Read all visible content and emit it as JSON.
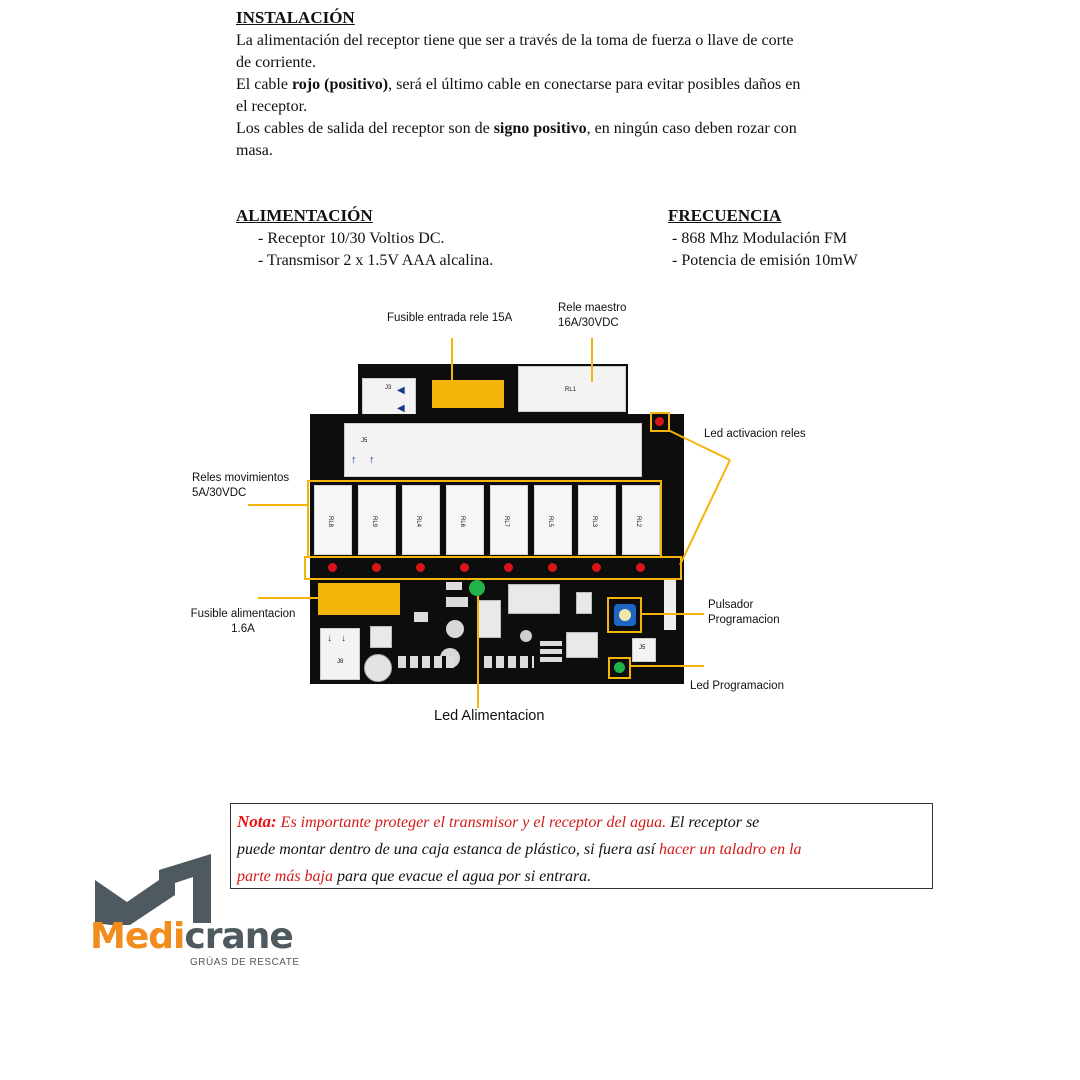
{
  "instalacion": {
    "heading": "INSTALACIÓN",
    "p1_line1": "La alimentación del receptor tiene que ser a través de la toma de fuerza o llave de corte",
    "p1_line2": "de corriente.",
    "p2_line1_a": "El cable ",
    "p2_line1_bold": "rojo (positivo)",
    "p2_line1_b": ", será el último cable en conectarse para evitar posibles daños en",
    "p2_line2": "el receptor.",
    "p3_line1_a": "Los cables de salida del receptor son de ",
    "p3_line1_bold": "signo positivo",
    "p3_line1_b": ", en ningún caso deben rozar con",
    "p3_line2": "masa."
  },
  "alimentacion": {
    "heading": "ALIMENTACIÓN",
    "items": [
      "-   Receptor 10/30 Voltios DC.",
      "-   Transmisor 2 x 1.5V AAA alcalina."
    ]
  },
  "frecuencia": {
    "heading": "FRECUENCIA",
    "items": [
      "- 868 Mhz  Modulación FM",
      "- Potencia de emisión 10mW"
    ]
  },
  "diagram": {
    "labels": {
      "fusible_entrada": "Fusible entrada rele 15A",
      "rele_maestro_1": "Rele maestro",
      "rele_maestro_2": "16A/30VDC",
      "led_activacion": "Led activacion reles",
      "reles_mov_1": "Reles movimientos",
      "reles_mov_2": "5A/30VDC",
      "fusible_alim_1": "Fusible alimentacion",
      "fusible_alim_2": "1.6A",
      "pulsador_1": "Pulsador",
      "pulsador_2": "Programacion",
      "led_programacion": "Led Programacion",
      "led_alimentacion": "Led Alimentacion"
    },
    "pcb_text": {
      "j3": "J3",
      "j5": "J5",
      "rl1": "RL1",
      "j8": "J8",
      "j5b": "J5",
      "relays": [
        "RL8",
        "RL9",
        "RL4",
        "RL6",
        "RL7",
        "RL5",
        "RL3",
        "RL2"
      ]
    }
  },
  "nota": {
    "label": "Nota:",
    "red1": "Es importante proteger el transmisor y el receptor del agua.",
    "black1": " El receptor se",
    "line2_black": "puede montar dentro de una caja estanca de plástico, si fuera así ",
    "red2a": "hacer un taladro en la",
    "red2b": "parte más baja",
    "black2": " para que evacue el agua por si entrara."
  },
  "logo": {
    "word_a": "Medi",
    "word_b": "crane",
    "tagline": "GRÚAS DE RESCATE",
    "colors": {
      "orange": "#f28c1c",
      "gray": "#4f5a60"
    }
  }
}
